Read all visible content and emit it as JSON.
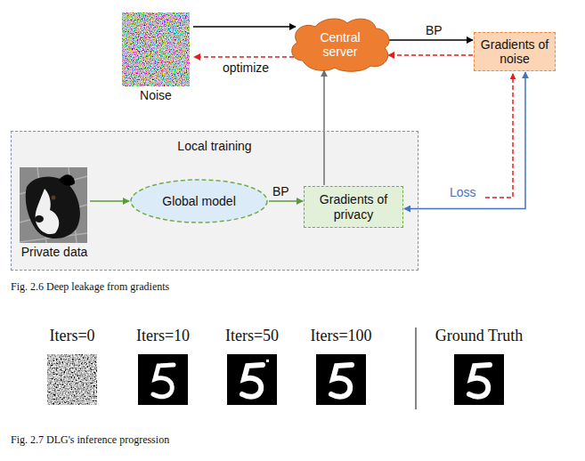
{
  "diagram": {
    "caption": "Fig. 2.6 Deep leakage from gradients",
    "nodes": [
      {
        "text": [
          "Noise"
        ]
      },
      {
        "text": [
          "Central server"
        ]
      },
      {
        "text": [
          "Gradients of noise"
        ]
      },
      {
        "text": [
          "Local training"
        ]
      },
      {
        "text": [
          "Private data"
        ],
        "in": 3
      },
      {
        "text": [
          "Global model"
        ],
        "in": 3
      },
      {
        "text": [
          "Gradients of privacy"
        ],
        "in": 3
      }
    ],
    "edges": [
      {
        "from": 0,
        "to": 1,
        "arrow": "to"
      },
      {
        "from": 1,
        "to": 0,
        "label": "optimize",
        "arrow": "to"
      },
      {
        "from": 1,
        "to": 2,
        "label": "BP",
        "arrow": "to"
      },
      {
        "from": 2,
        "to": 1,
        "arrow": "to"
      },
      {
        "from": 4,
        "to": 5,
        "arrow": "to"
      },
      {
        "from": 5,
        "to": 6,
        "label": "BP",
        "arrow": "to"
      },
      {
        "from": 6,
        "to": 1,
        "arrow": "to"
      },
      {
        "from": 6,
        "to": 2,
        "label": "Loss",
        "arrow": "both"
      }
    ],
    "labels": [
      "Iters=0",
      "Iters=10",
      "Iters=50",
      "Iters=100",
      "Ground Truth",
      "Fig. 2.7 DLG's inference progression"
    ]
  }
}
